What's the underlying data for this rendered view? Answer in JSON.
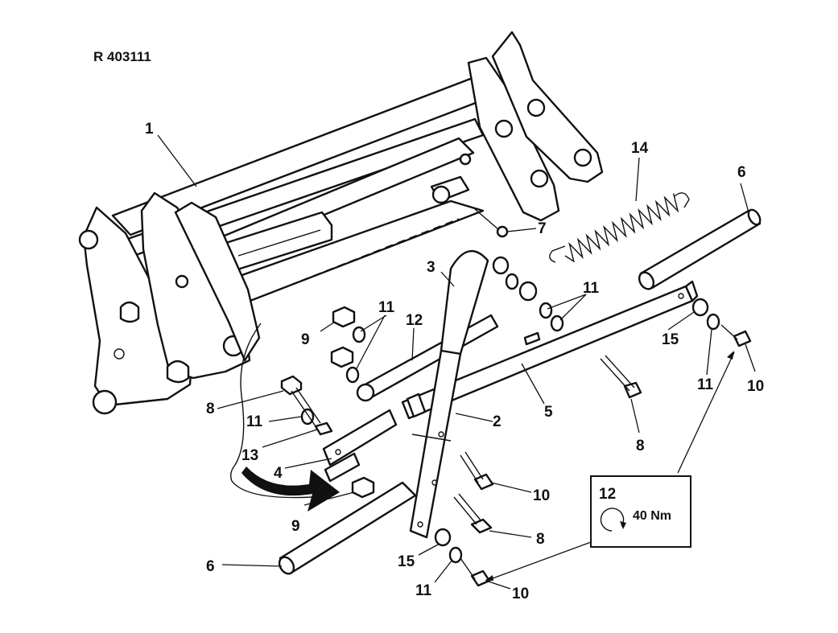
{
  "drawing": {
    "reference": "R 403111"
  },
  "callouts": [
    {
      "id": "c1",
      "label": "1"
    },
    {
      "id": "c2",
      "label": "2"
    },
    {
      "id": "c3",
      "label": "3"
    },
    {
      "id": "c4",
      "label": "4"
    },
    {
      "id": "c5",
      "label": "5"
    },
    {
      "id": "c6a",
      "label": "6"
    },
    {
      "id": "c6b",
      "label": "6"
    },
    {
      "id": "c7",
      "label": "7"
    },
    {
      "id": "c8a",
      "label": "8"
    },
    {
      "id": "c8b",
      "label": "8"
    },
    {
      "id": "c8c",
      "label": "8"
    },
    {
      "id": "c9a",
      "label": "9"
    },
    {
      "id": "c9b",
      "label": "9"
    },
    {
      "id": "c10a",
      "label": "10"
    },
    {
      "id": "c10b",
      "label": "10"
    },
    {
      "id": "c10c",
      "label": "10"
    },
    {
      "id": "c11a",
      "label": "11"
    },
    {
      "id": "c11b",
      "label": "11"
    },
    {
      "id": "c11c",
      "label": "11"
    },
    {
      "id": "c11d",
      "label": "11"
    },
    {
      "id": "c11e",
      "label": "11"
    },
    {
      "id": "c12",
      "label": "12"
    },
    {
      "id": "c13",
      "label": "13"
    },
    {
      "id": "c14",
      "label": "14"
    },
    {
      "id": "c15a",
      "label": "15"
    },
    {
      "id": "c15b",
      "label": "15"
    }
  ],
  "torque_box": {
    "item": "12",
    "value": "40 Nm",
    "icon": "rotate-clockwise-icon"
  }
}
